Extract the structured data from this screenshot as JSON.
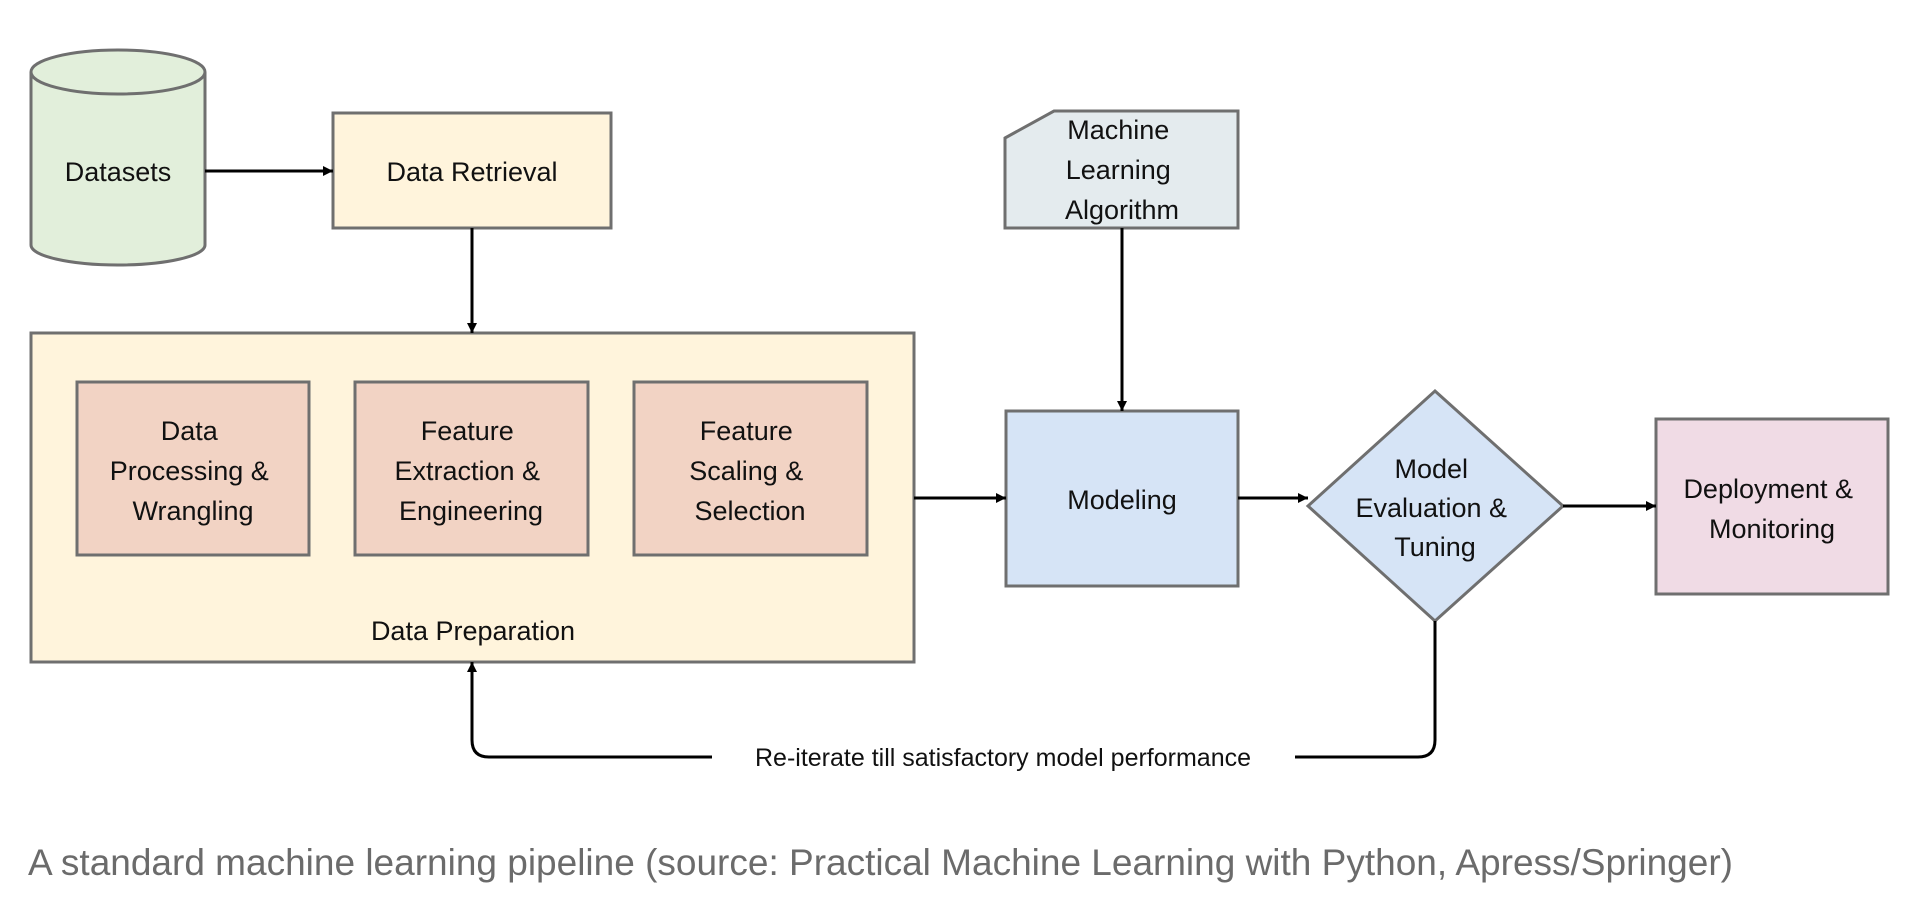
{
  "diagram": {
    "nodes": {
      "datasets": {
        "lines": [
          "Datasets"
        ]
      },
      "data_retrieval": {
        "lines": [
          "Data Retrieval"
        ]
      },
      "ml_algorithm": {
        "lines": [
          "Machine",
          "Learning",
          "Algorithm"
        ]
      },
      "data_preparation": {
        "lines": [
          "Data Preparation"
        ]
      },
      "data_processing": {
        "lines": [
          "Data",
          "Processing &",
          "Wrangling"
        ]
      },
      "feature_extraction": {
        "lines": [
          "Feature",
          "Extraction &",
          "Engineering"
        ]
      },
      "feature_scaling": {
        "lines": [
          "Feature",
          "Scaling &",
          "Selection"
        ]
      },
      "modeling": {
        "lines": [
          "Modeling"
        ]
      },
      "model_evaluation": {
        "lines": [
          "Model",
          "Evaluation &",
          "Tuning"
        ]
      },
      "deployment": {
        "lines": [
          "Deployment &",
          "Monitoring"
        ]
      }
    },
    "loop_label": "Re-iterate till satisfactory model performance",
    "colors": {
      "datasets_fill": "#e2efdb",
      "retrieval_fill": "#fff4dc",
      "preparation_fill": "#fff4dc",
      "subtask_fill": "#f2d3c4",
      "algorithm_fill": "#e4ebee",
      "modeling_fill": "#d6e4f6",
      "evaluation_fill": "#d6e4f6",
      "deployment_fill": "#f0dbe5",
      "stroke": "#6f6f6f",
      "arrow": "#000000"
    }
  },
  "caption": "A standard machine learning pipeline (source: Practical Machine Learning with Python, Apress/Springer)"
}
